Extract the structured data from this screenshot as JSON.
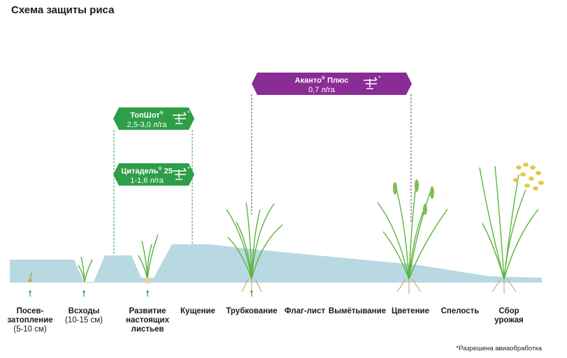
{
  "title": "Схема защиты риса",
  "products": [
    {
      "name": "ТопШот",
      "reg": "®",
      "rate": "2,5-3,0 л/га",
      "color": "#2e9e47",
      "star": "*"
    },
    {
      "name": "Цитадель",
      "reg": "®",
      "suffix": " 25",
      "rate": "1-1,6 л/га",
      "color": "#2e9e47",
      "star": "*"
    },
    {
      "name": "Аканто",
      "reg": "®",
      "suffix": " Плюс",
      "rate": "0,7 л/га",
      "color": "#8a2c95",
      "star": "*"
    }
  ],
  "stages": [
    {
      "label": "Посев-\nзатопление",
      "sub": "(5-10 см)"
    },
    {
      "label": "Всходы",
      "sub": "(10-15 см)"
    },
    {
      "label": "Развитие\nнастоящих\nлистьев",
      "sub": ""
    },
    {
      "label": "Кущение",
      "sub": ""
    },
    {
      "label": "Трубкование",
      "sub": ""
    },
    {
      "label": "Флаг-лист",
      "sub": ""
    },
    {
      "label": "Вымётывание",
      "sub": ""
    },
    {
      "label": "Цветение",
      "sub": ""
    },
    {
      "label": "Спелость",
      "sub": ""
    },
    {
      "label": "Сбор\nурожая",
      "sub": ""
    }
  ],
  "footnote": "*Разрешена авиаобработка",
  "colors": {
    "water": "#b8d9e1",
    "green": "#2e9e47",
    "purple": "#8a2c95",
    "plant": "#5bb43a",
    "grain": "#e3c84a"
  },
  "icons": [
    "airplane-icon",
    "rice-plant-icon"
  ]
}
